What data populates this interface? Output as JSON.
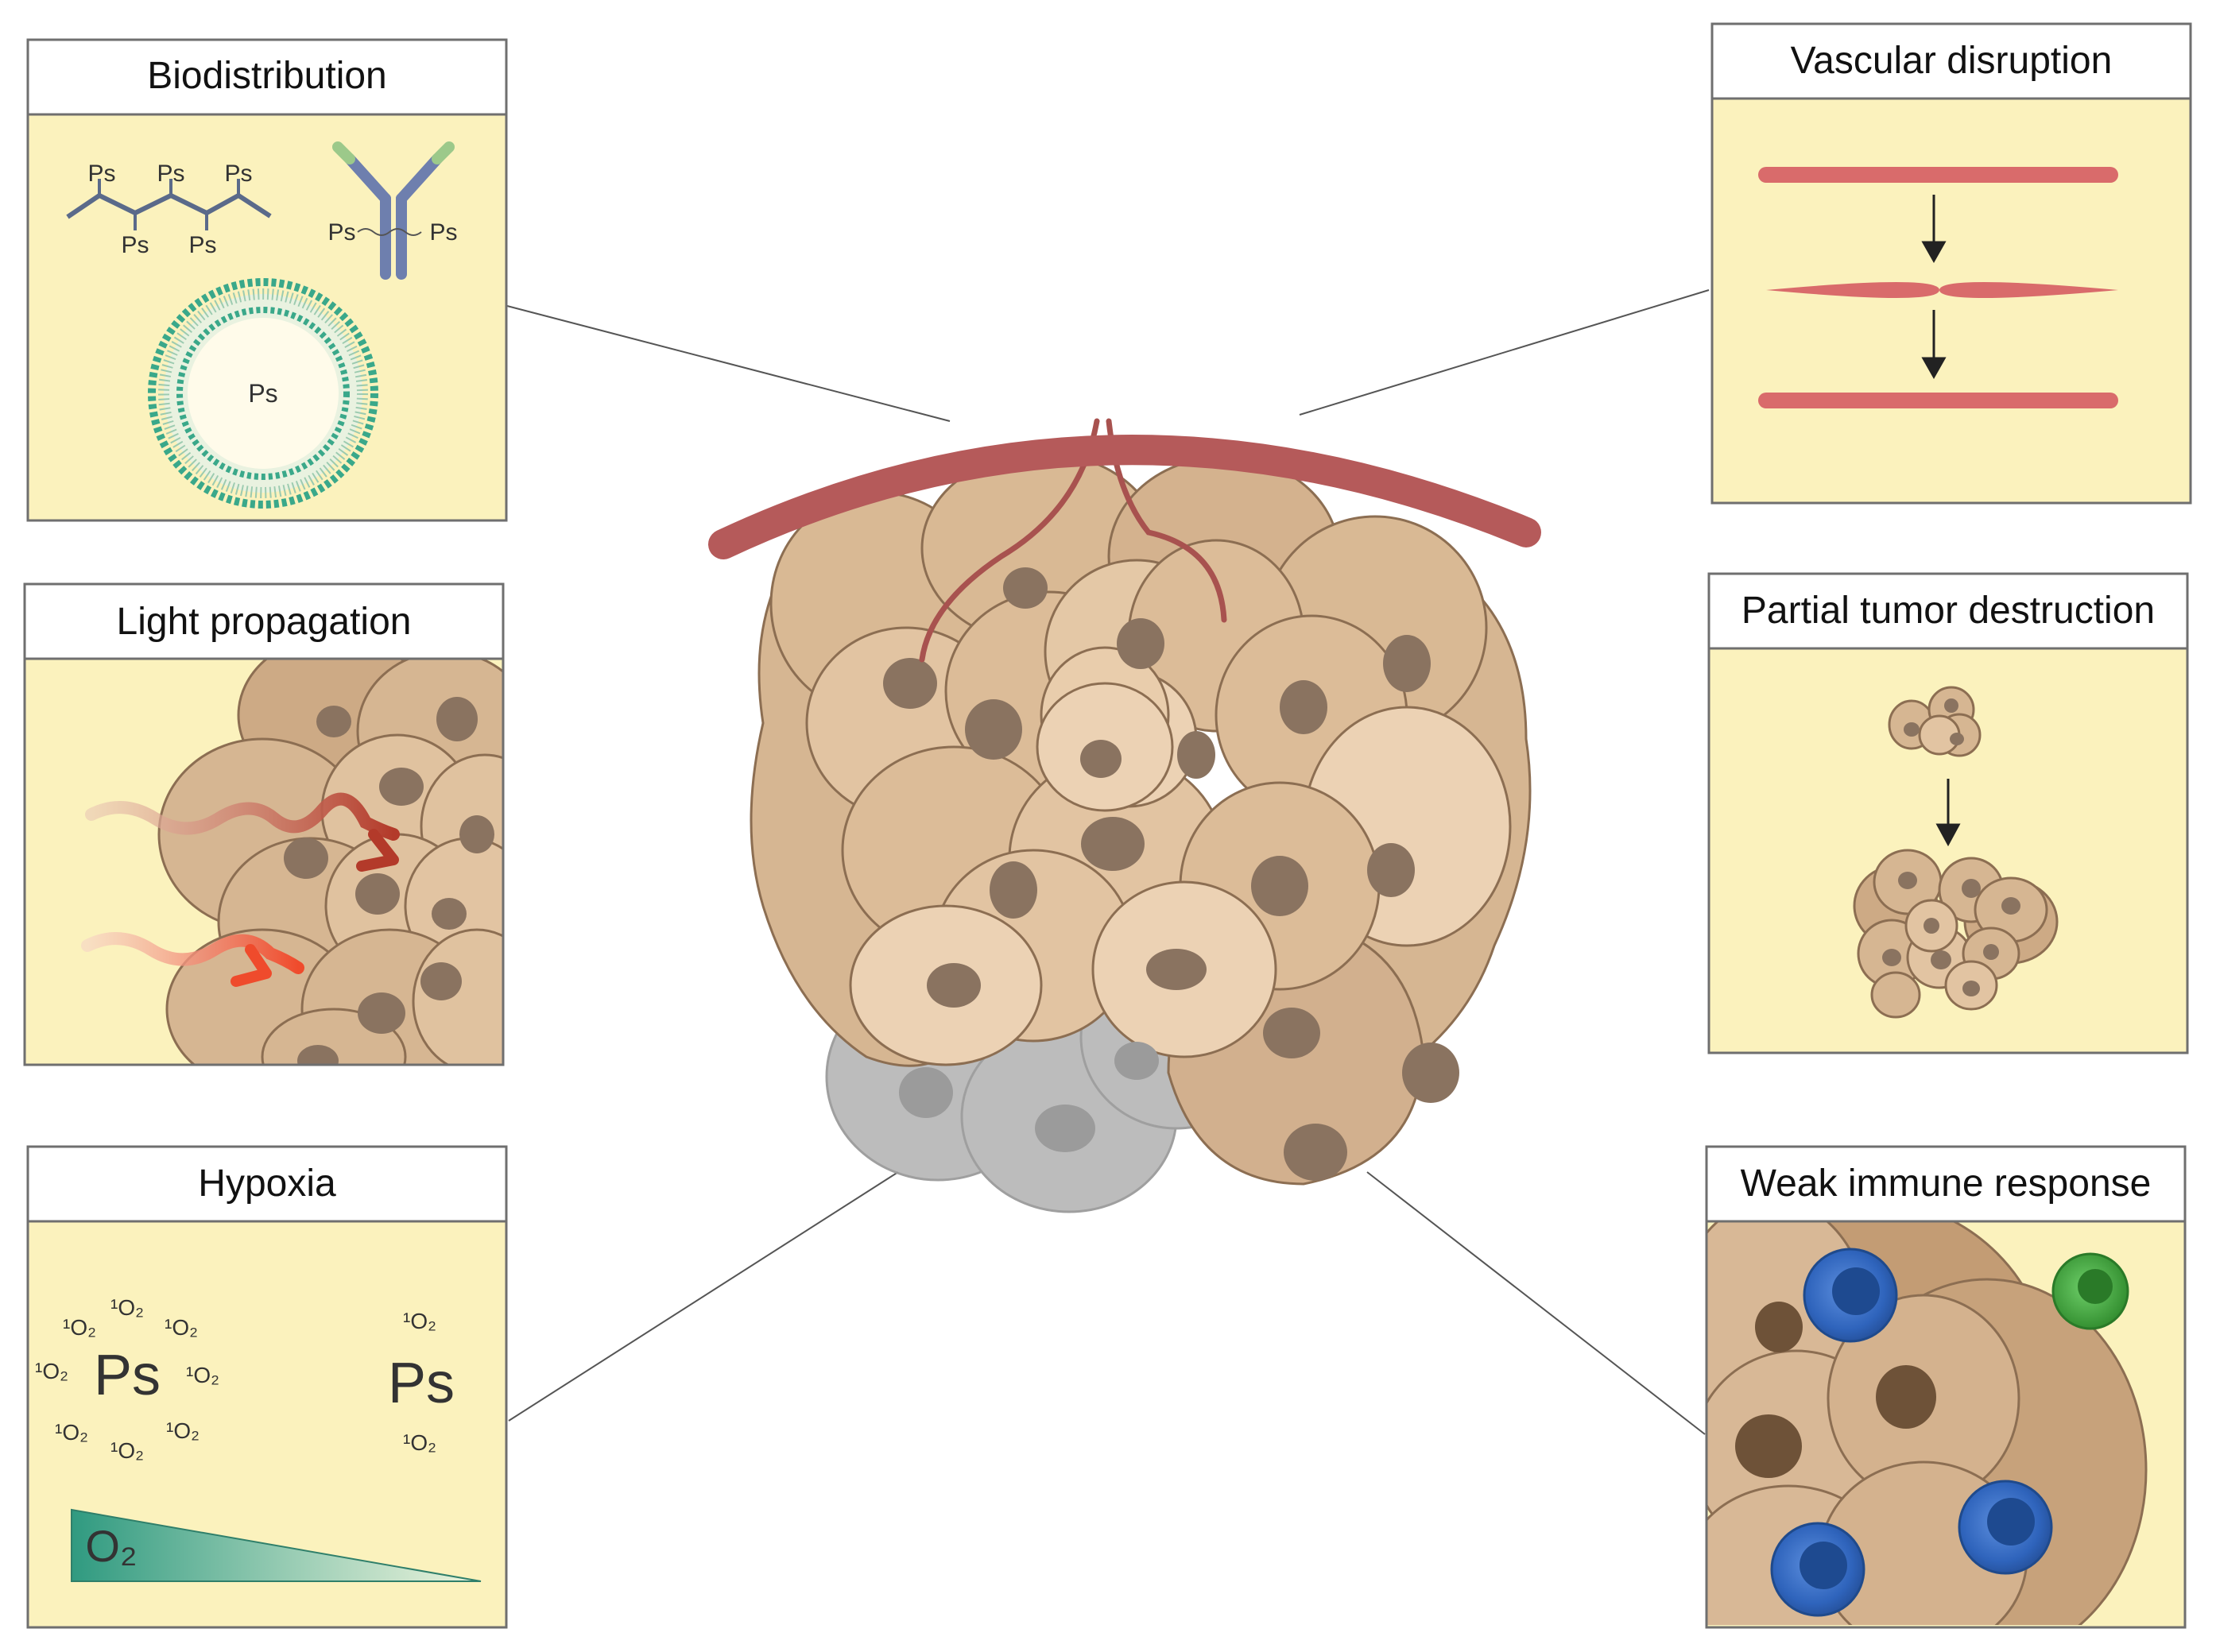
{
  "panels": {
    "biodistribution": {
      "title": "Biodistribution",
      "ps_label": "Ps"
    },
    "light_propagation": {
      "title": "Light propagation"
    },
    "hypoxia": {
      "title": "Hypoxia",
      "ps_label": "Ps",
      "singlet_oxygen_label": "¹O₂",
      "o2_label": "O₂",
      "singlet_oxygen_count_high": 8,
      "singlet_oxygen_count_low": 2
    },
    "vascular_disruption": {
      "title": "Vascular disruption"
    },
    "partial_tumor_destruction": {
      "title": "Partial tumor destruction"
    },
    "weak_immune_response": {
      "title": "Weak immune response"
    }
  },
  "colors": {
    "panel_fill": "#fbf2bd",
    "panel_border": "#6f6f6f",
    "vessel": "#b55a5a",
    "vessel_light": "#d96b6b",
    "cell": "#d8b896",
    "cell_light": "#ecd2b4",
    "cell_edge": "#8c6e52",
    "nucleus": "#8a7360",
    "necrotic_cell": "#b9b9b9",
    "t_cell_blue": "#3a6fc4",
    "t_cell_green": "#4caf4a",
    "liposome": "#3aa88a",
    "o2_gradient": "#3aa888",
    "light_red": "#c63b2e",
    "light_orange": "#ef5a3a"
  },
  "icons": [
    "polymer-conjugate-icon",
    "antibody-conjugate-icon",
    "liposome-icon",
    "down-arrow-icon",
    "light-wave-arrow-icon",
    "t-cell-icon"
  ]
}
